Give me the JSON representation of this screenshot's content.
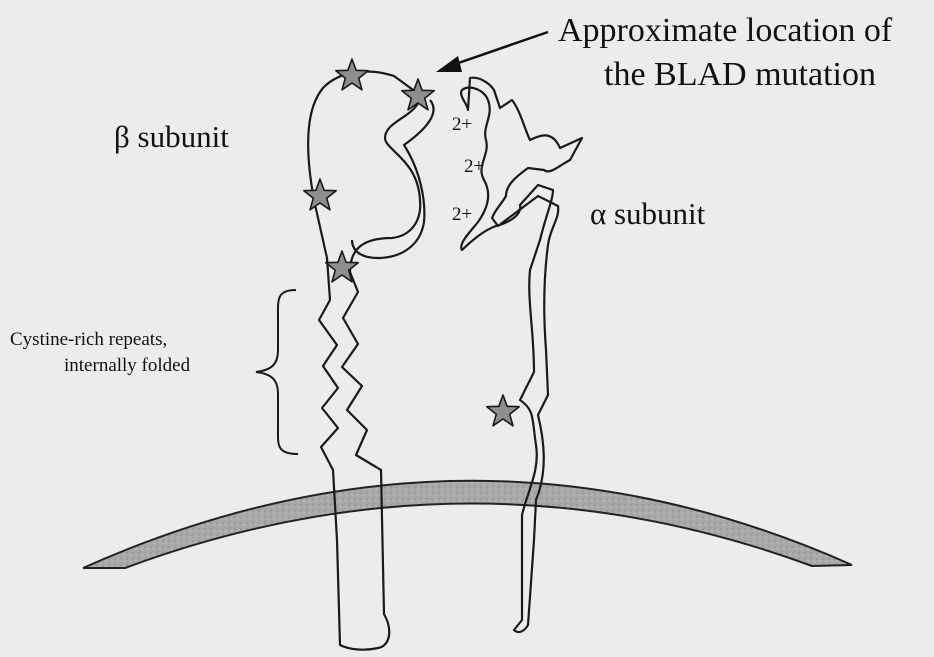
{
  "callout": {
    "line1": "Approximate location of",
    "line2": "the BLAD mutation"
  },
  "subunits": {
    "beta": "β subunit",
    "alpha": "α subunit"
  },
  "annotation": {
    "line1": "Cystine-rich repeats,",
    "line2": "internally folded"
  },
  "charges": [
    "2+",
    "2+",
    "2+"
  ],
  "colors": {
    "background": "#ececec",
    "membrane": "#a8a8a8",
    "star": "#8e8e8e",
    "ink": "#111111"
  }
}
